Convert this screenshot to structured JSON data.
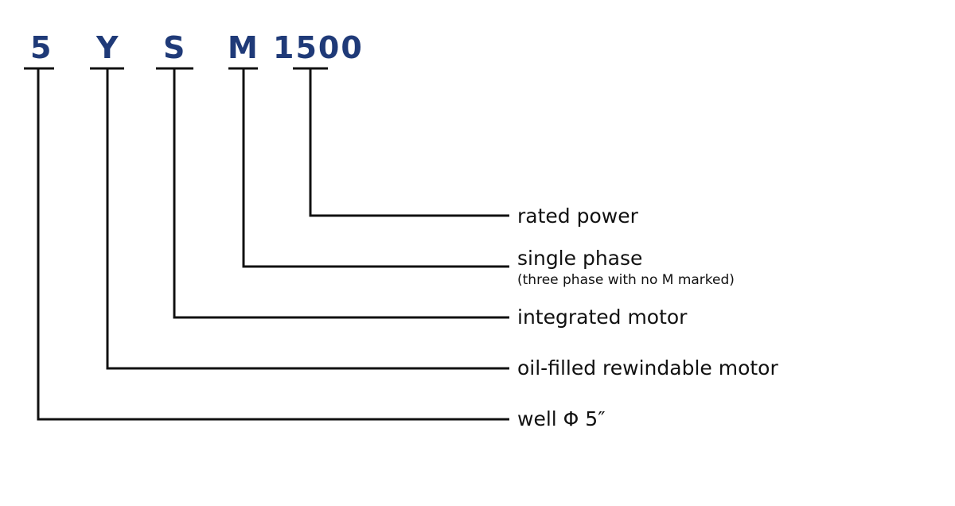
{
  "model_code": {
    "part_5": "5",
    "part_y": "Y",
    "part_s": "S",
    "part_m": "M",
    "part_1500": "1500"
  },
  "legend": {
    "rated_power": "rated power",
    "single_phase": "single phase",
    "single_phase_note": "(three phase with no M marked)",
    "integrated_motor": "integrated motor",
    "oil_filled": "oil-filled rewindable motor",
    "well": "well Φ 5″"
  },
  "colors": {
    "code_text": "#1f3a78",
    "lines": "#111111"
  }
}
